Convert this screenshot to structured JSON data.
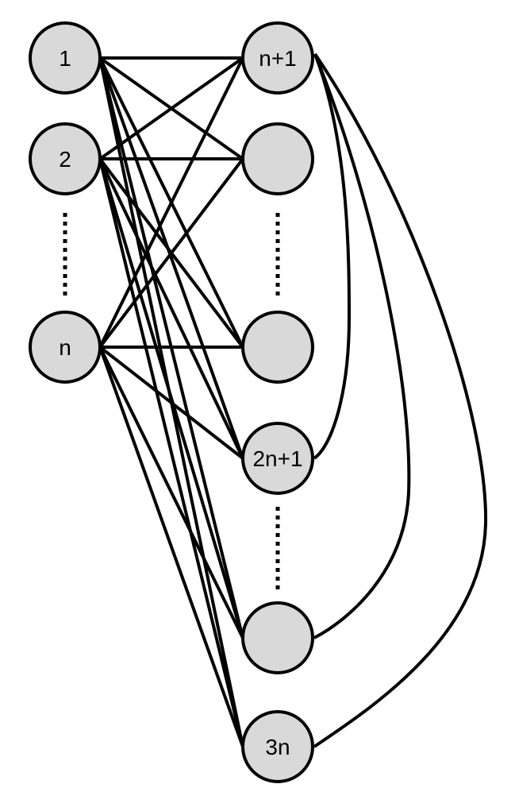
{
  "diagram": {
    "nodes": [
      {
        "id": "left-1",
        "label": "1"
      },
      {
        "id": "left-2",
        "label": "2"
      },
      {
        "id": "left-n",
        "label": "n"
      },
      {
        "id": "mid-1",
        "label": "n+1"
      },
      {
        "id": "mid-2",
        "label": ""
      },
      {
        "id": "mid-3",
        "label": ""
      },
      {
        "id": "low-1",
        "label": "2n+1"
      },
      {
        "id": "low-2",
        "label": ""
      },
      {
        "id": "low-3",
        "label": "3n"
      }
    ],
    "edges": [
      [
        "left-1",
        "mid-1"
      ],
      [
        "left-1",
        "mid-2"
      ],
      [
        "left-1",
        "mid-3"
      ],
      [
        "left-2",
        "mid-1"
      ],
      [
        "left-2",
        "mid-2"
      ],
      [
        "left-2",
        "mid-3"
      ],
      [
        "left-n",
        "mid-1"
      ],
      [
        "left-n",
        "mid-2"
      ],
      [
        "left-n",
        "mid-3"
      ],
      [
        "left-1",
        "low-1"
      ],
      [
        "left-1",
        "low-2"
      ],
      [
        "left-1",
        "low-3"
      ],
      [
        "left-2",
        "low-1"
      ],
      [
        "left-2",
        "low-2"
      ],
      [
        "left-2",
        "low-3"
      ],
      [
        "left-n",
        "low-1"
      ],
      [
        "left-n",
        "low-2"
      ],
      [
        "left-n",
        "low-3"
      ],
      [
        "mid-1",
        "low-1"
      ],
      [
        "mid-1",
        "low-2"
      ],
      [
        "mid-1",
        "low-3"
      ]
    ],
    "colors": {
      "node_fill": "#d9d9d9",
      "stroke": "#000000"
    }
  }
}
